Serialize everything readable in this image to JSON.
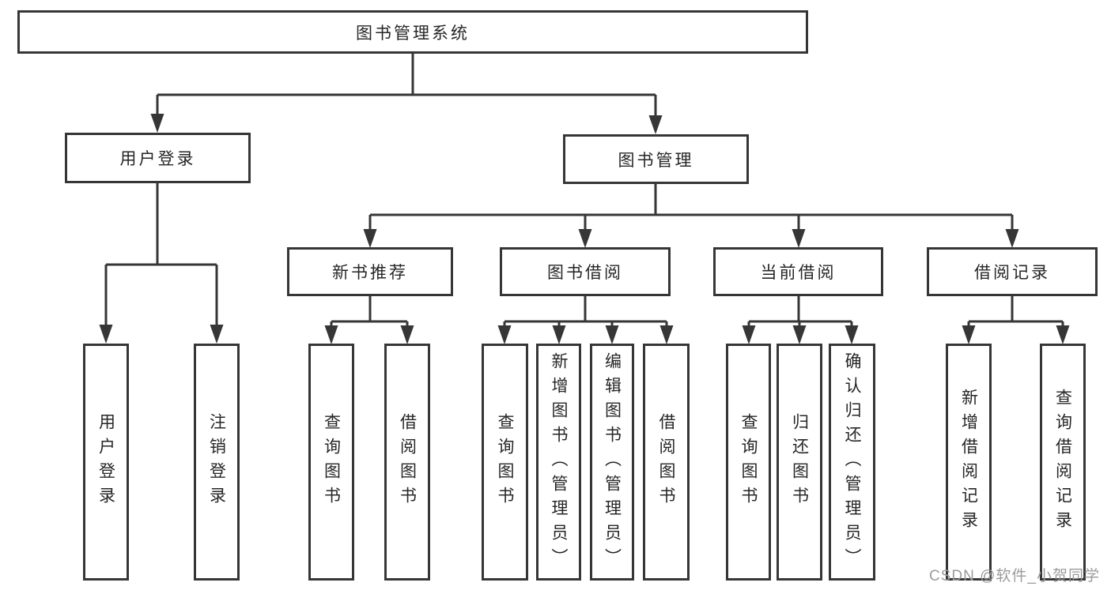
{
  "tree": {
    "label": "图书管理系统",
    "children": [
      {
        "label": "用户登录",
        "children": [
          {
            "label": "用户登录"
          },
          {
            "label": "注销登录"
          }
        ]
      },
      {
        "label": "图书管理",
        "children": [
          {
            "label": "新书推荐",
            "children": [
              {
                "label": "查询图书"
              },
              {
                "label": "借阅图书"
              }
            ]
          },
          {
            "label": "图书借阅",
            "children": [
              {
                "label": "查询图书"
              },
              {
                "label": "新增图书（管理员）"
              },
              {
                "label": "编辑图书（管理员）"
              },
              {
                "label": "借阅图书"
              }
            ]
          },
          {
            "label": "当前借阅",
            "children": [
              {
                "label": "查询图书"
              },
              {
                "label": "归还图书"
              },
              {
                "label": "确认归还（管理员）"
              }
            ]
          },
          {
            "label": "借阅记录",
            "children": [
              {
                "label": "新增借阅记录"
              },
              {
                "label": "查询借阅记录"
              }
            ]
          }
        ]
      }
    ]
  },
  "watermark": {
    "text": "CSDN @软件_小贺同学"
  },
  "colors": {
    "line": "#363636",
    "box_border": "#363636",
    "text": "#262626",
    "watermark": "#9b9b9b",
    "background": "#ffffff"
  }
}
